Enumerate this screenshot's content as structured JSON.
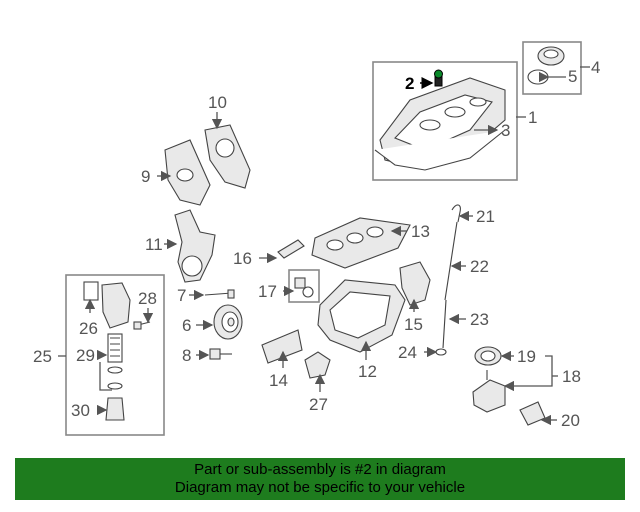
{
  "colors": {
    "banner": "#1e7c1e",
    "highlight": "#000000",
    "callout": "#555555",
    "part_fill": "#e9e9e9"
  },
  "callouts": {
    "c1": "1",
    "c2": "2",
    "c3": "3",
    "c4": "4",
    "c5": "5",
    "c6": "6",
    "c7": "7",
    "c8": "8",
    "c9": "9",
    "c10": "10",
    "c11": "11",
    "c12": "12",
    "c13": "13",
    "c14": "14",
    "c15": "15",
    "c16": "16",
    "c17": "17",
    "c18": "18",
    "c19": "19",
    "c20": "20",
    "c21": "21",
    "c22": "22",
    "c23": "23",
    "c24": "24",
    "c25": "25",
    "c26": "26",
    "c27": "27",
    "c28": "28",
    "c29": "29",
    "c30": "30"
  },
  "highlighted_part": "2",
  "banner": {
    "line1": "Part or sub-assembly is #2 in diagram",
    "line2": "Diagram may not be specific to your vehicle"
  }
}
